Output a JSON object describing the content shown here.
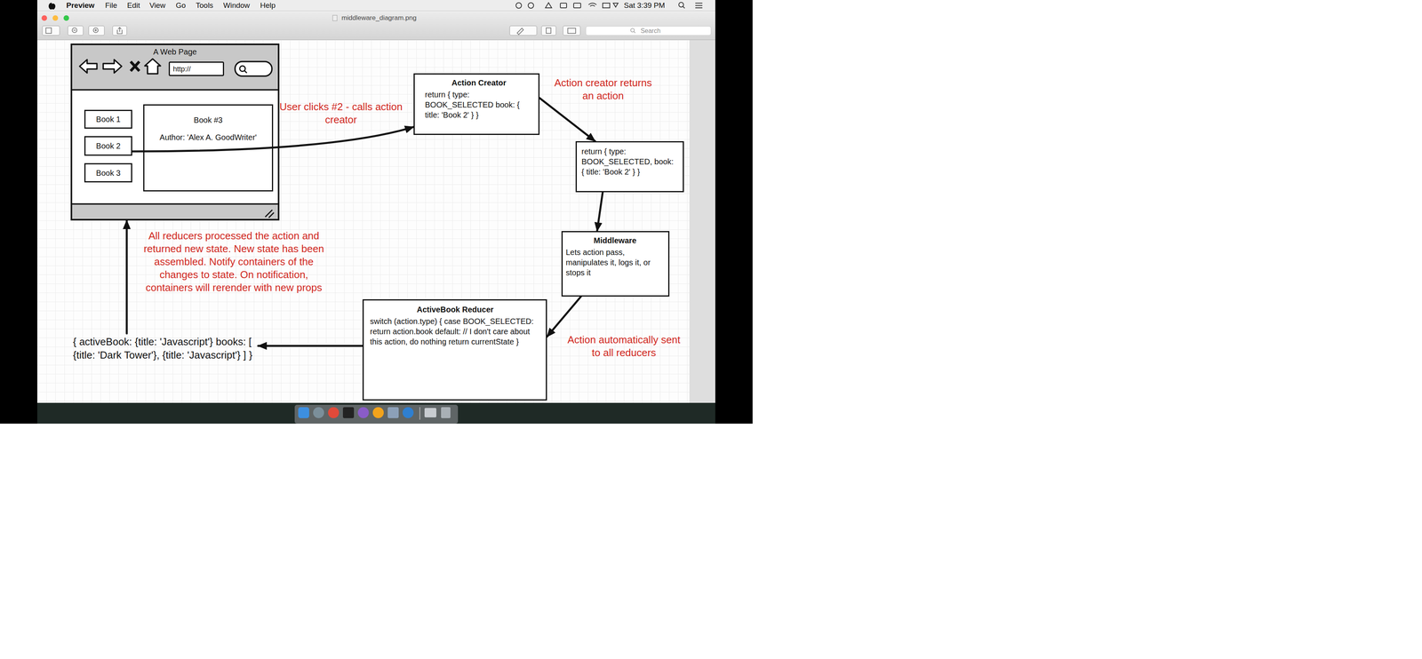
{
  "diagram": {
    "nodes": [
      {
        "text": [
          "A Web Page"
        ]
      },
      {
        "text": [
          "http://"
        ],
        "in": 0
      },
      {
        "text": [
          "Book 1"
        ],
        "in": 0
      },
      {
        "text": [
          "Book 2"
        ],
        "in": 0
      },
      {
        "text": [
          "Book 3"
        ],
        "in": 0
      },
      {
        "text": [
          "Book #3",
          "Author: 'Alex A. GoodWriter'"
        ],
        "in": 0
      },
      {
        "text": [
          "Action Creator",
          "return { type: BOOK_SELECTED book: { title: 'Book 2' } }"
        ]
      },
      {
        "text": [
          "return { type: BOOK_SELECTED, book: { title: 'Book 2' } }"
        ]
      },
      {
        "text": [
          "Middleware",
          "Lets action pass, manipulates it, logs it, or stops it"
        ]
      },
      {
        "text": [
          "ActiveBook Reducer",
          "switch (action.type) { case BOOK_SELECTED: return action.book default: // I don't care about this action, do nothing return currentState }"
        ]
      },
      {
        "text": [
          "{ activeBook: {title: 'Javascript'} books: [ {title: 'Dark Tower'}, {title: 'Javascript'} ] }"
        ]
      }
    ],
    "edges": [
      {
        "from": 3,
        "to": 6,
        "arrow": "to",
        "label": "User clicks #2 - calls action creator"
      },
      {
        "from": 6,
        "to": 7,
        "arrow": "to",
        "label": "Action creator returns an action"
      },
      {
        "from": 7,
        "to": 8,
        "arrow": "to"
      },
      {
        "from": 8,
        "to": 9,
        "arrow": "to",
        "label": "Action automatically sent to all reducers"
      },
      {
        "from": 9,
        "to": 10,
        "arrow": "to"
      },
      {
        "from": 10,
        "to": 0,
        "arrow": "to",
        "label": "All reducers processed the action and returned new state. New state has been assembled. Notify containers of the changes to state. On notification, containers will rerender with new props"
      }
    ],
    "labels": [
      "Preview",
      "File",
      "Edit",
      "View",
      "Go",
      "Tools",
      "Window",
      "Help",
      "Sat 3:39 PM",
      "middleware_diagram.png",
      "Search"
    ]
  }
}
